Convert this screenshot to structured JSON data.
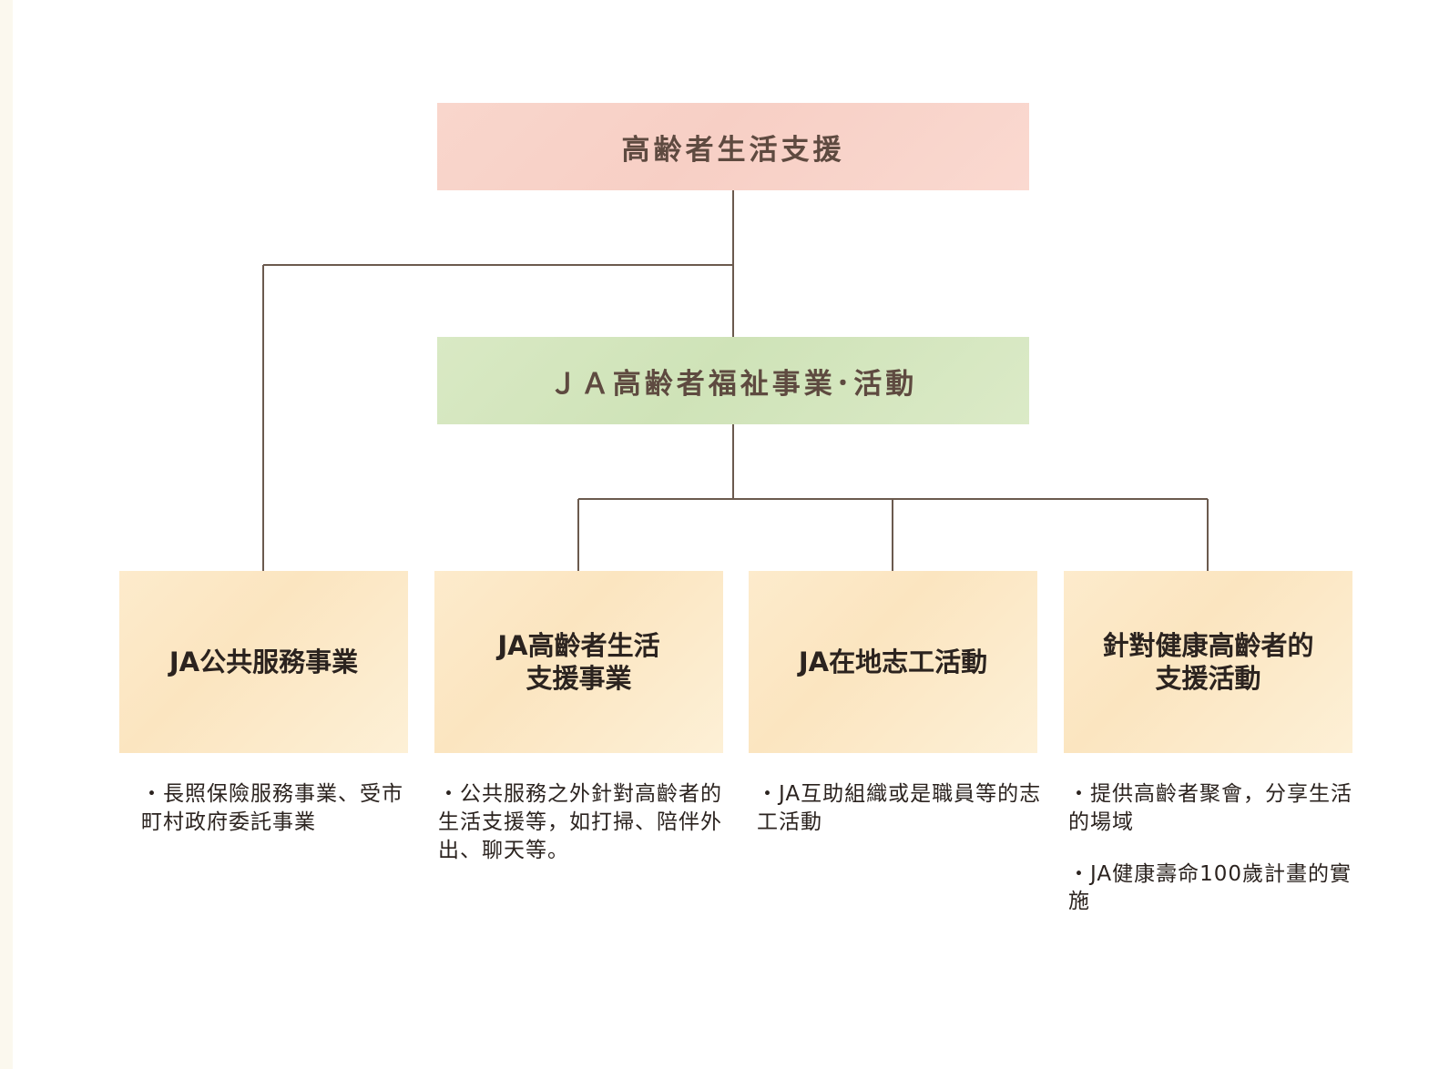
{
  "top": {
    "label": "高齢者生活支援"
  },
  "middle": {
    "label": "ＪＡ高齢者福祉事業･活動"
  },
  "cards": [
    {
      "label": "JA公共服務事業"
    },
    {
      "label": "JA高齡者生活\n支援事業"
    },
    {
      "label": "JA在地志工活動"
    },
    {
      "label": "針對健康高齡者的\n支援活動"
    }
  ],
  "descriptions": [
    {
      "lines": [
        "・長照保險服務事業、受市町村政府委託事業"
      ]
    },
    {
      "lines": [
        "・公共服務之外針對高齡者的生活支援等，如打掃、陪伴外出、聊天等。"
      ]
    },
    {
      "lines": [
        "・JA互助組織或是職員等的志工活動"
      ]
    },
    {
      "lines": [
        "・提供高齡者聚會，分享生活的場域",
        "・JA健康壽命100歲計畫的實施"
      ]
    }
  ],
  "colors": {
    "connector": "#6b5a4e",
    "top_box": "#f8d3c9",
    "middle_box": "#d4e6bd",
    "card_box": "#fce8c6"
  }
}
